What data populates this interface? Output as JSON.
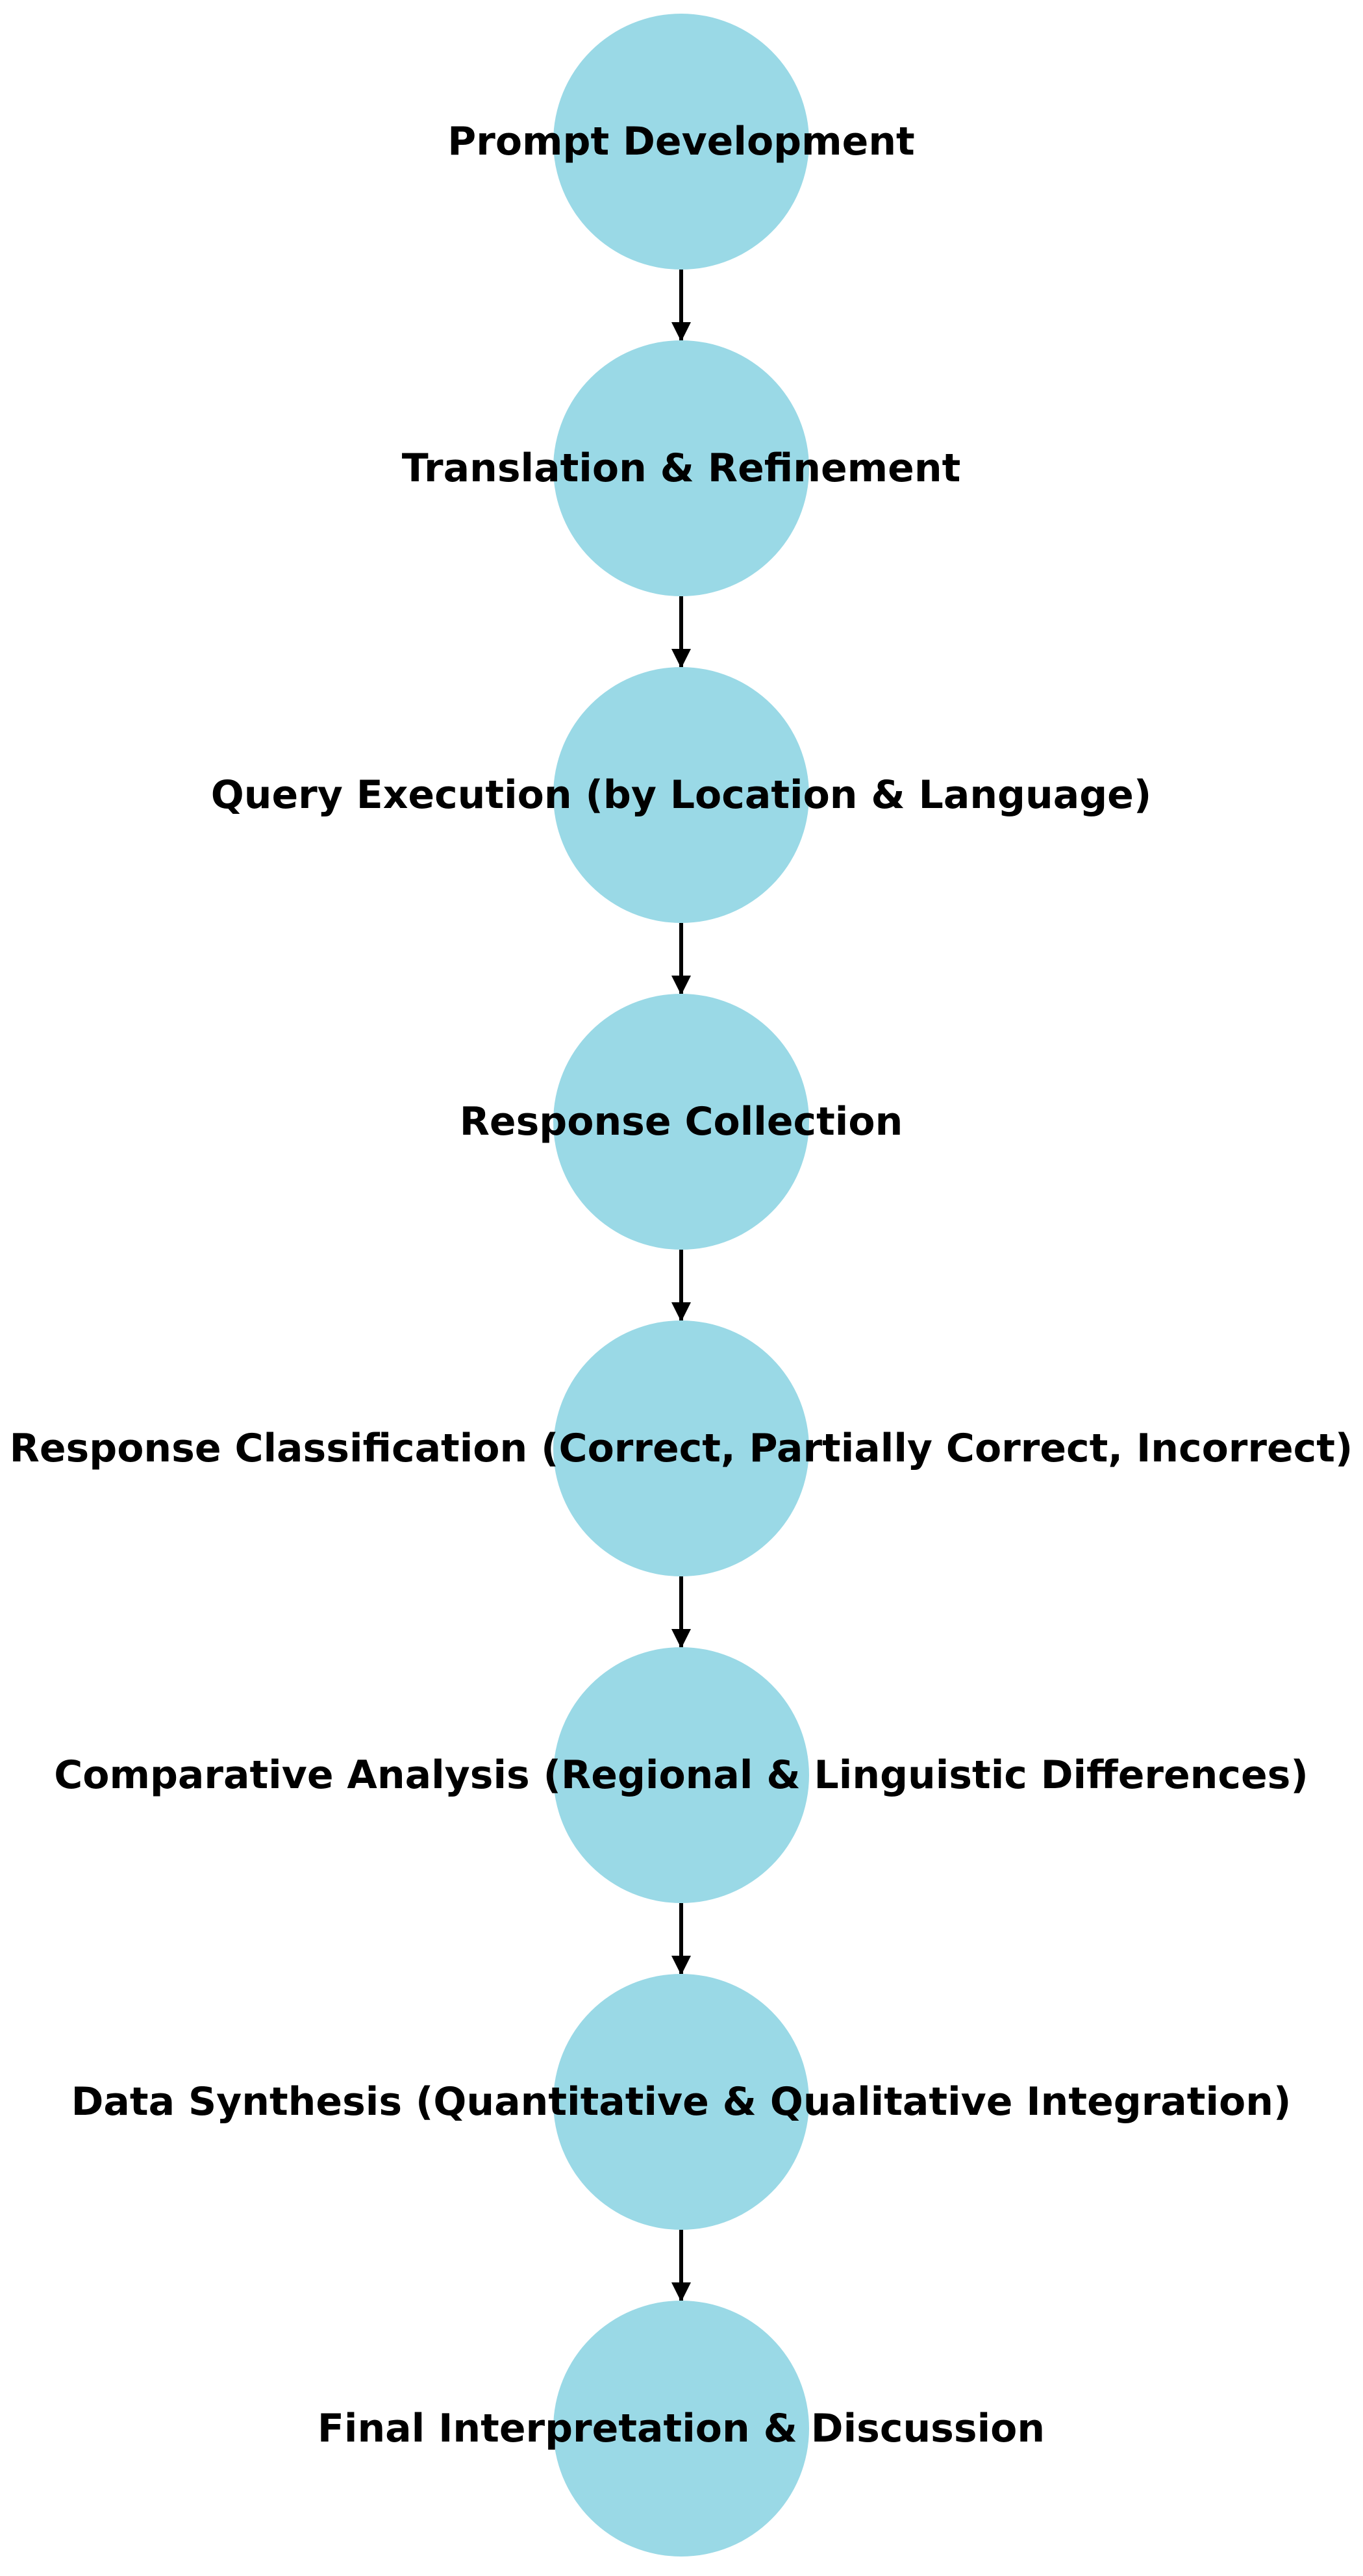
{
  "diagram": {
    "type": "vertical-flowchart",
    "node_color": "#9ad9e6",
    "arrow_color": "#000000",
    "text_color": "#000000",
    "nodes": [
      {
        "id": "step-1",
        "label": "Prompt Development"
      },
      {
        "id": "step-2",
        "label": "Translation & Refinement"
      },
      {
        "id": "step-3",
        "label": "Query Execution (by Location & Language)"
      },
      {
        "id": "step-4",
        "label": "Response Collection"
      },
      {
        "id": "step-5",
        "label": "Response Classification (Correct, Partially Correct, Incorrect)"
      },
      {
        "id": "step-6",
        "label": "Comparative Analysis (Regional & Linguistic Differences)"
      },
      {
        "id": "step-7",
        "label": "Data Synthesis (Quantitative & Qualitative Integration)"
      },
      {
        "id": "step-8",
        "label": "Final Interpretation & Discussion"
      }
    ],
    "edges": [
      {
        "from": "step-1",
        "to": "step-2"
      },
      {
        "from": "step-2",
        "to": "step-3"
      },
      {
        "from": "step-3",
        "to": "step-4"
      },
      {
        "from": "step-4",
        "to": "step-5"
      },
      {
        "from": "step-5",
        "to": "step-6"
      },
      {
        "from": "step-6",
        "to": "step-7"
      },
      {
        "from": "step-7",
        "to": "step-8"
      }
    ]
  }
}
